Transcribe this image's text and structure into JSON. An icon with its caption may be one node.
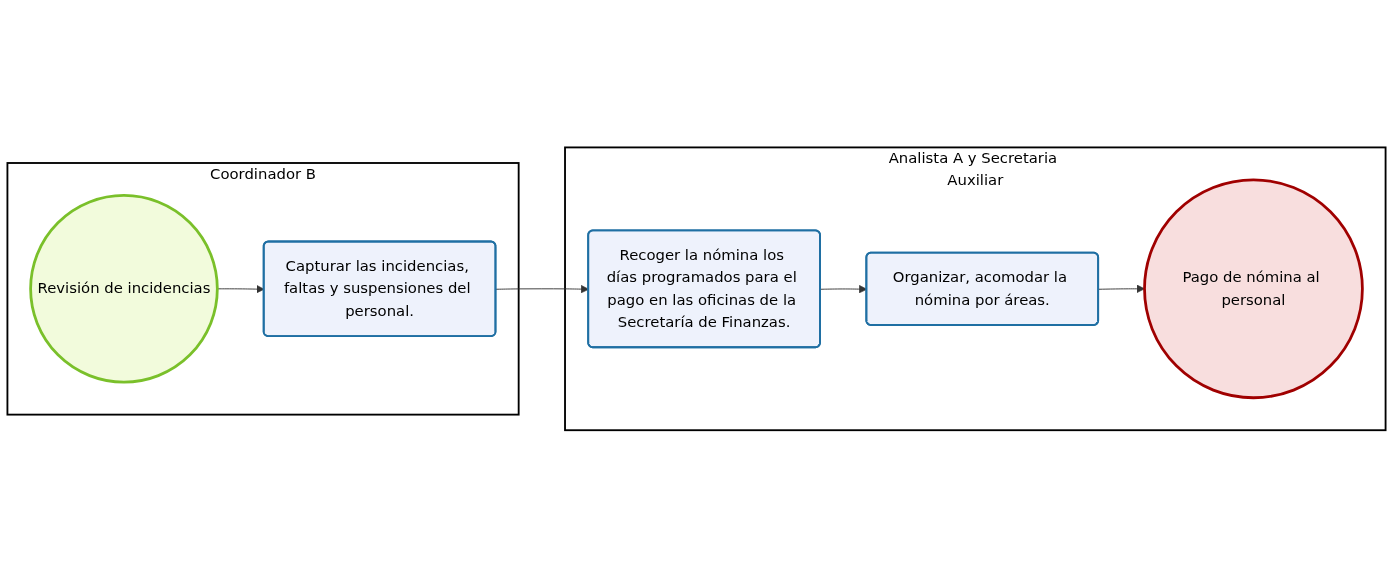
{
  "diagram": {
    "nodes": [
      {
        "text": [
          "Coordinador B"
        ]
      },
      {
        "text": [
          "Revisión de incidencias"
        ],
        "in": 0
      },
      {
        "text": [
          "Capturar las incidencias, faltas y suspensiones del personal."
        ],
        "in": 0
      },
      {
        "text": [
          "Analista A y Secretaria Auxiliar"
        ]
      },
      {
        "text": [
          "Recoger la nómina los días programados para el pago en las oficinas de la Secretaría de Finanzas."
        ],
        "in": 3
      },
      {
        "text": [
          "Organizar, acomodar la nómina por áreas."
        ],
        "in": 3
      },
      {
        "text": [
          "Pago de nómina al personal"
        ],
        "in": 3
      }
    ],
    "edges": [
      {
        "from": 1,
        "to": 2,
        "arrow": "to"
      },
      {
        "from": 2,
        "to": 4,
        "arrow": "to"
      },
      {
        "from": 4,
        "to": 5,
        "arrow": "to"
      },
      {
        "from": 5,
        "to": 6,
        "arrow": "to"
      }
    ]
  }
}
